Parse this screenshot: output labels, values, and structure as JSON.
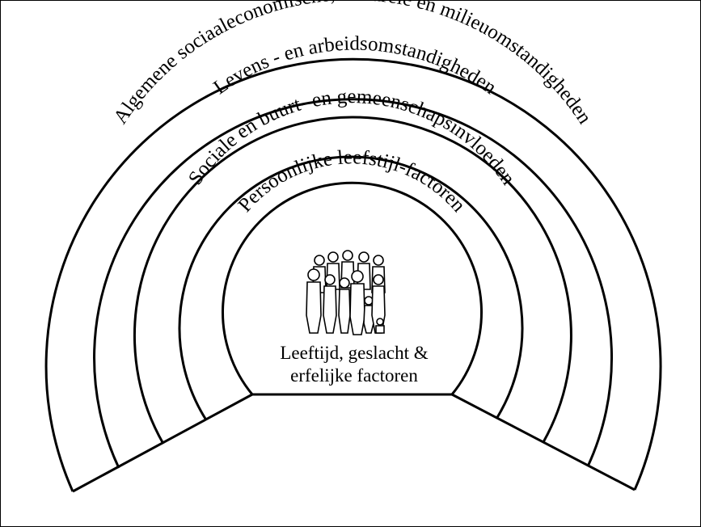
{
  "rings": [
    {
      "label": "Algemene sociaaleconomische, culturele en milieuomstandigheden"
    },
    {
      "label": "Levens - en arbeidsomstandigheden"
    },
    {
      "label": "Sociale en buurt- en gemeenschapsinvloeden"
    },
    {
      "label": "Persoonlijke leefstijl-factoren"
    }
  ],
  "center": {
    "line1": "Leeftijd, geslacht &",
    "line2": "erfelijke factoren",
    "icon": "people-group-icon"
  },
  "colors": {
    "stroke": "#000000",
    "background": "#ffffff"
  }
}
